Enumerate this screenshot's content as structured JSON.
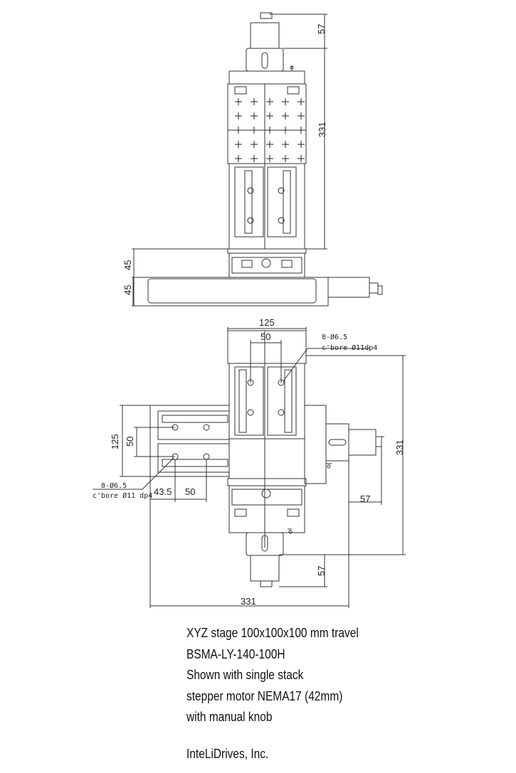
{
  "top_view": {
    "dims": {
      "motor_length": "57",
      "overall_height": "331",
      "z_base_height": "45",
      "x_base_height": "45"
    }
  },
  "plan_view": {
    "dims": {
      "top_width": "125",
      "top_hole_spacing": "50",
      "right_height": "331",
      "right_motor": "57",
      "bottom_motor": "57",
      "bottom_width": "331",
      "left_width": "125",
      "left_hole_spacing": "50",
      "left_offset": "43.5",
      "left_spacing_bottom": "50"
    },
    "callouts": {
      "top_holes": "8-Ø6.5",
      "top_cbore": "c'bore Ø11dp4",
      "left_holes": "8-Ø6.5",
      "left_cbore": "c'bore Ø11 dp4"
    }
  },
  "caption": {
    "lines": [
      "XYZ stage 100x100x100 mm travel",
      "BSMA-LY-140-100H",
      "Shown with single stack",
      "stepper motor NEMA17 (42mm)",
      "with manual knob"
    ],
    "company": "InteLiDrives, Inc."
  }
}
